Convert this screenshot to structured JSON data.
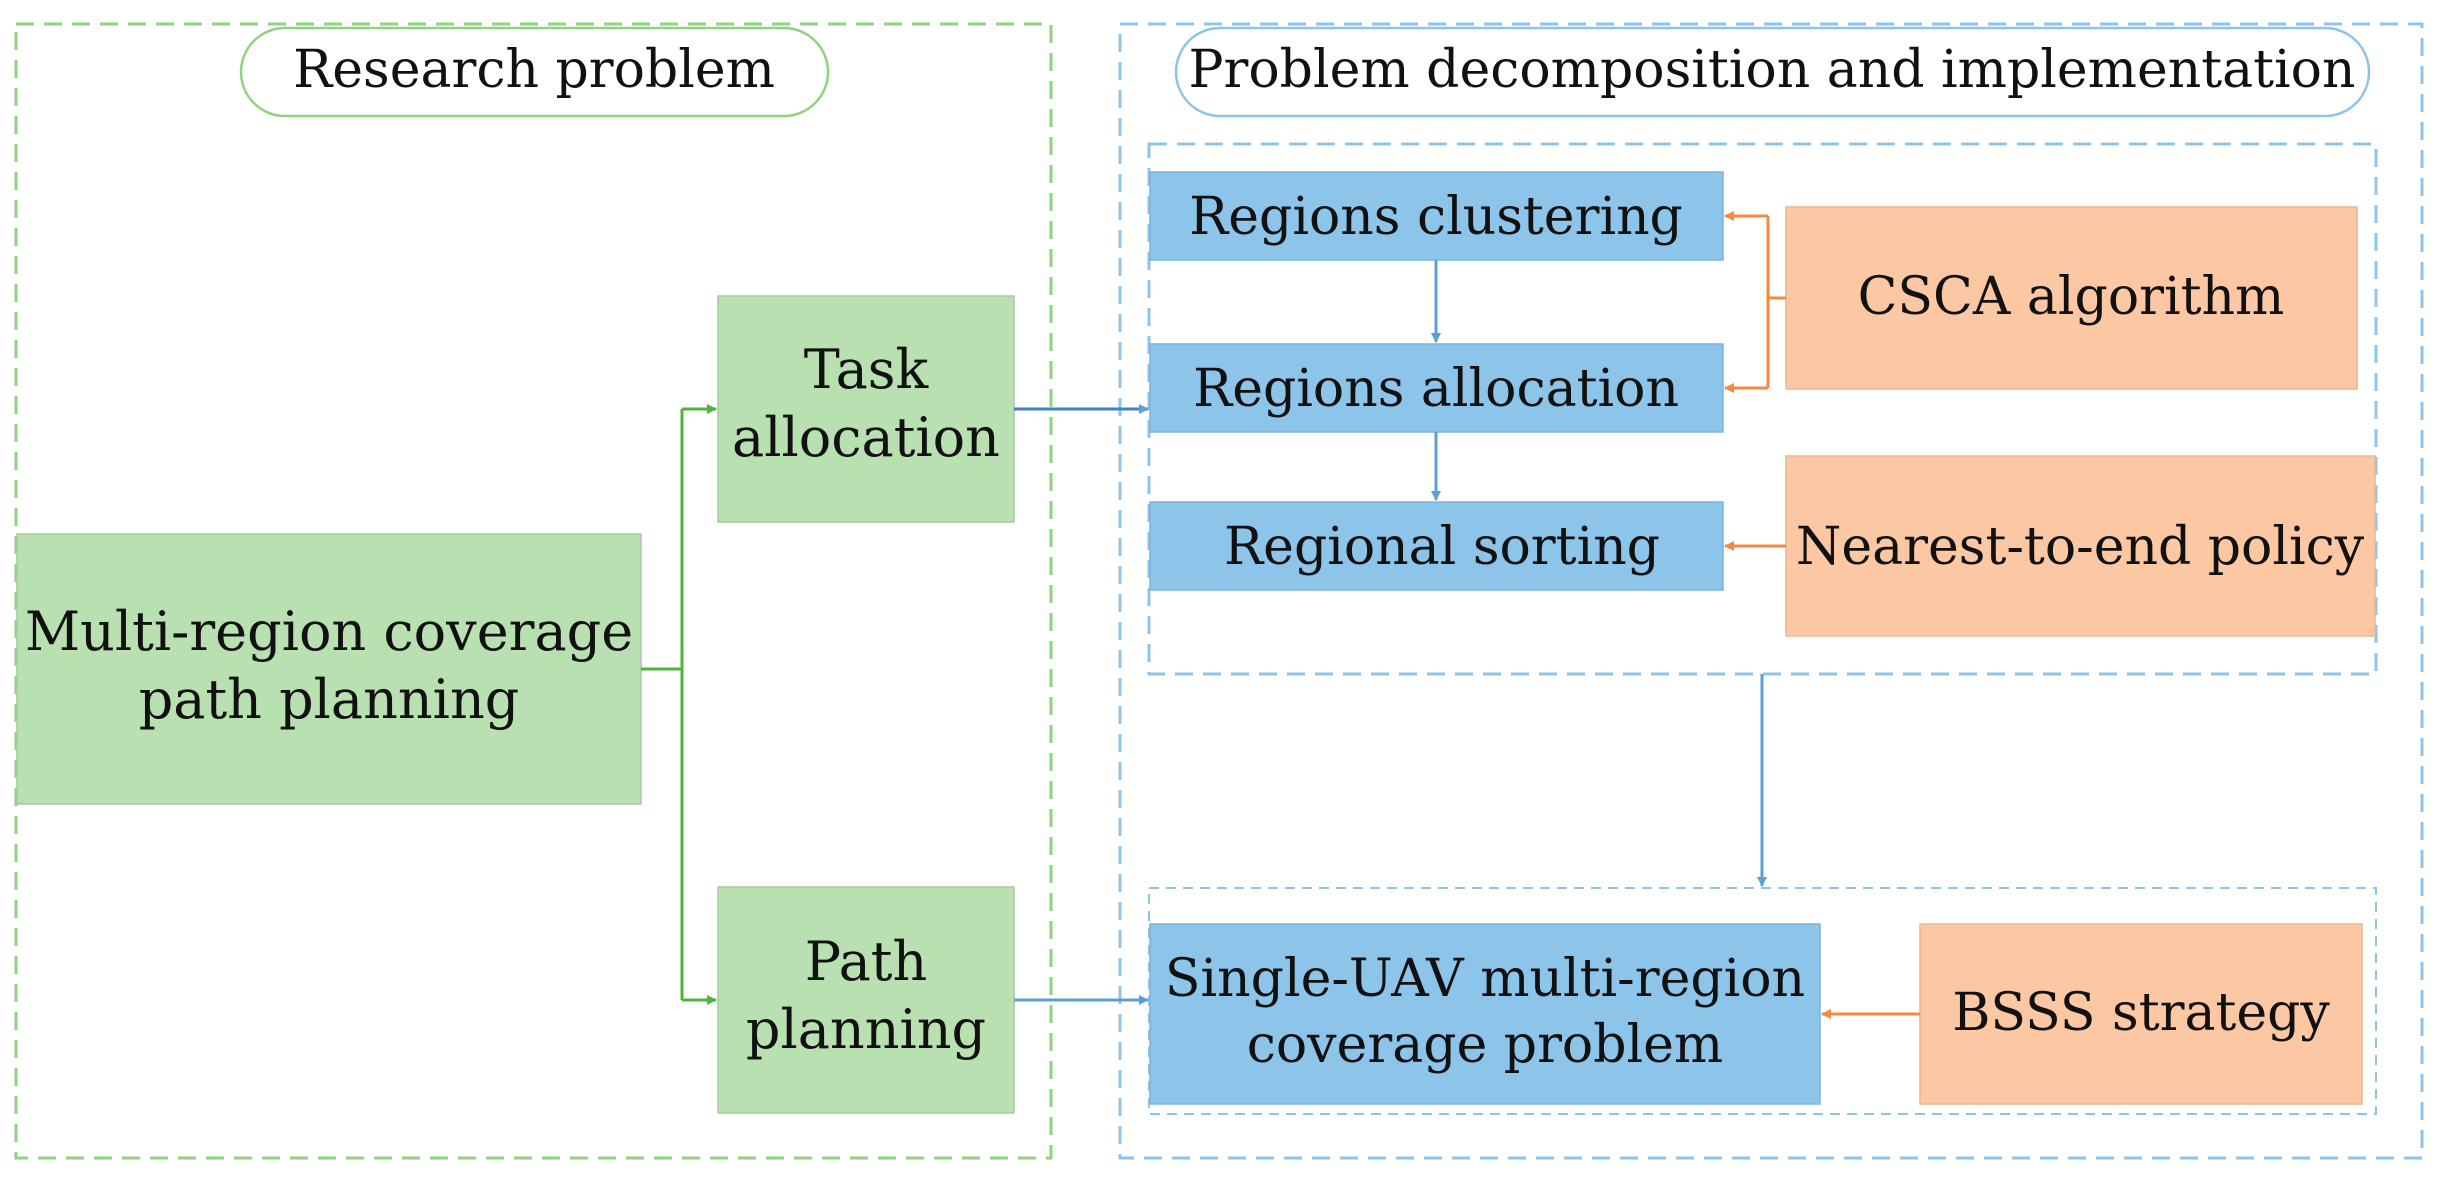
{
  "left_panel": {
    "title": "Research problem",
    "main_task": {
      "line1": "Multi-region coverage",
      "line2": "path planning"
    },
    "task_allocation": {
      "line1": "Task",
      "line2": "allocation"
    },
    "path_planning": {
      "line1": "Path",
      "line2": "planning"
    }
  },
  "right_panel": {
    "title": "Problem decomposition and implementation",
    "regions_clustering": "Regions clustering",
    "regions_allocation": "Regions allocation",
    "regional_sorting": "Regional sorting",
    "csca": "CSCA algorithm",
    "nearest": "Nearest-to-end policy",
    "single_uav": {
      "line1": "Single-UAV multi-region",
      "line2": "coverage problem"
    },
    "bsss": "BSSS strategy"
  },
  "colors": {
    "green_fill": "#b9e0b0",
    "green_stroke": "#5cb84a",
    "blue_fill": "#8cc4ea",
    "blue_stroke": "#5b9fd5",
    "orange_fill": "#fcc7a3",
    "orange_stroke": "#f58a3c",
    "frame_green": "#8fd27f",
    "frame_blue": "#8fc4ea"
  }
}
